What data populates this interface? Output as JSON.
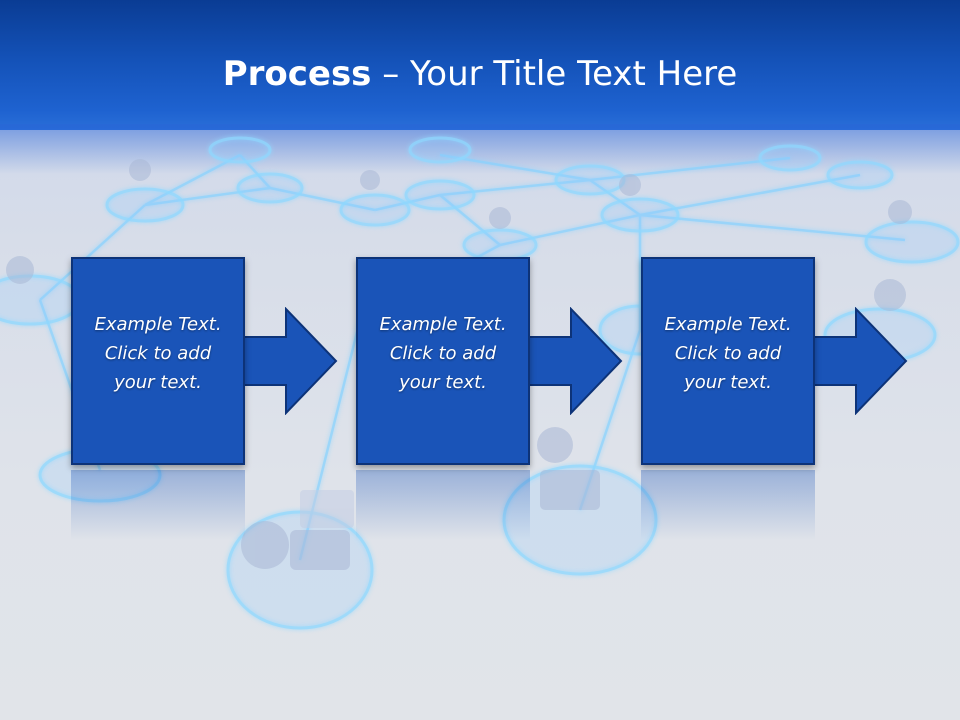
{
  "slide": {
    "title_bold": "Process",
    "title_rest": " – Your Title Text Here",
    "steps": [
      {
        "text": "Example Text.\nClick  to add\nyour text."
      },
      {
        "text": "Example Text.\nClick  to add\nyour text."
      },
      {
        "text": "Example Text.\nClick  to add\nyour text."
      }
    ]
  },
  "colors": {
    "header": "#1452b8",
    "box_fill": "#1a54b8",
    "box_border": "#0d3378",
    "network_glow": "#6fc8ff"
  },
  "icons": {
    "background": "network-graphic",
    "connector": "arrow-right-icon"
  }
}
